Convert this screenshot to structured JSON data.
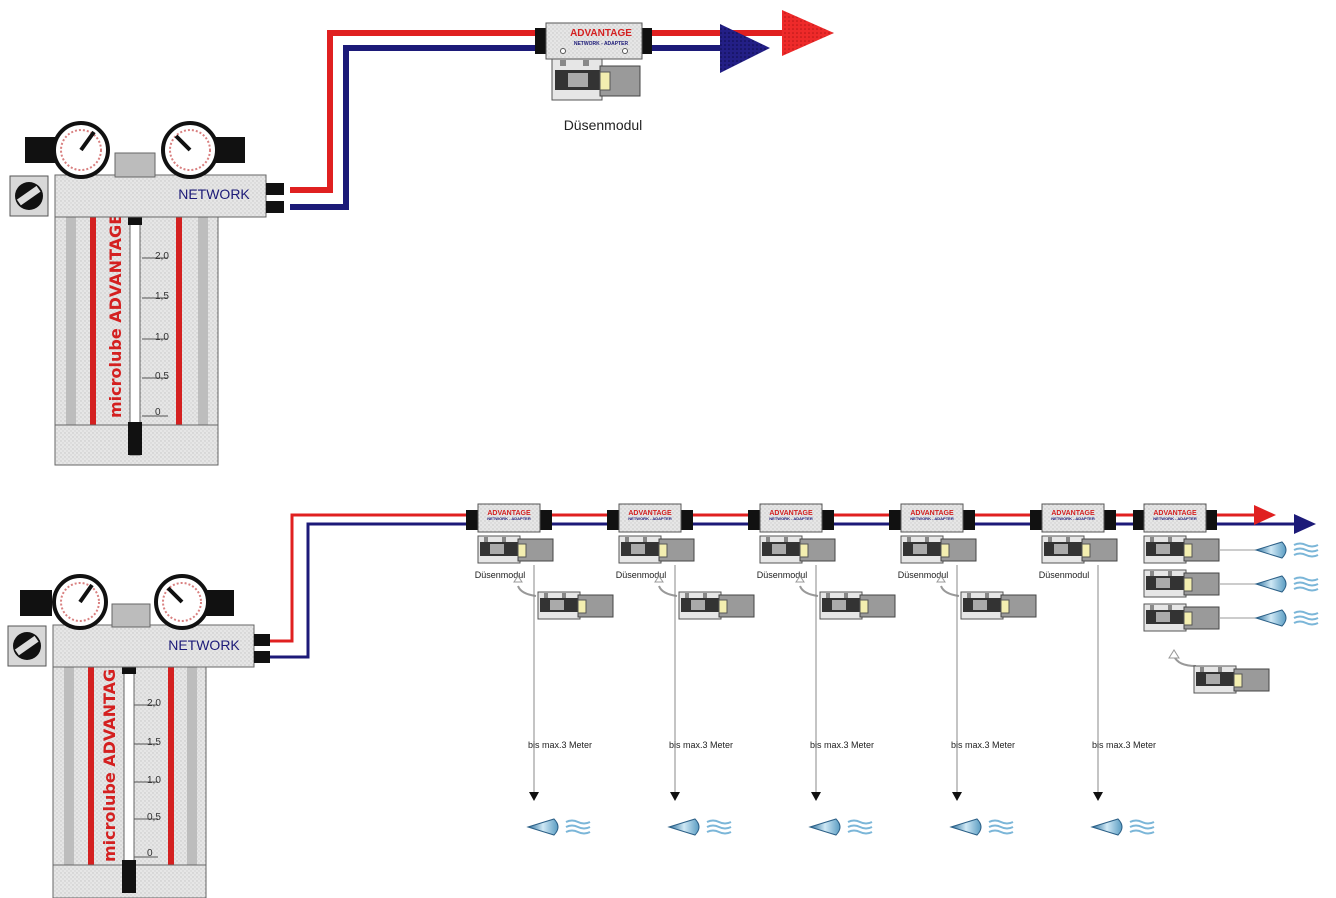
{
  "top_system": {
    "unit_label": "NETWORK",
    "brand_vertical": "microlube ADVANTAGE",
    "scale": [
      "2,0",
      "1,5",
      "1,0",
      "0,5",
      "0"
    ],
    "module_label": "Düsenmodul",
    "adapter_title": "ADVANTAGE",
    "adapter_subtitle": "NETWORK - ADAPTER"
  },
  "bottom_system": {
    "unit_label": "NETWORK",
    "brand_vertical": "microlube ADVANTAGE",
    "scale": [
      "2,0",
      "1,5",
      "1,0",
      "0,5",
      "0"
    ],
    "adapter_title": "ADVANTAGE",
    "adapter_subtitle": "NETWORK - ADAPTER",
    "module_label": "Düsenmodul",
    "distance_label": "bis max.3 Meter",
    "branch_count": 5
  },
  "colors": {
    "air_line": "#e02020",
    "oil_line": "#1c1a78",
    "housing": "#e4e4e4",
    "brand_red": "#d42020"
  },
  "icons": [
    "pressure-gauge-icon",
    "regulator-knob-icon",
    "nozzle-icon",
    "spray-icon",
    "arrow-icon"
  ]
}
